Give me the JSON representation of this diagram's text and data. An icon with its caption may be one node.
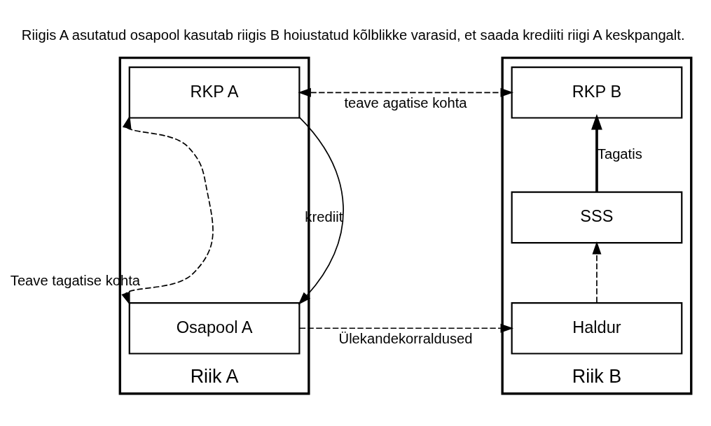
{
  "diagram": {
    "title": "Riigis A asutatud osapool kasutab riigis B hoiustatud kõlblikke varasid, et saada krediiti riigi A keskpangalt.",
    "nodes": [
      {
        "text": [
          "Riik A"
        ]
      },
      {
        "text": [
          "RKP A"
        ],
        "in": 0
      },
      {
        "text": [
          "Osapool A"
        ],
        "in": 0
      },
      {
        "text": [
          "Riik B"
        ]
      },
      {
        "text": [
          "RKP B"
        ],
        "in": 3
      },
      {
        "text": [
          "SSS"
        ],
        "in": 3
      },
      {
        "text": [
          "Haldur"
        ],
        "in": 3
      }
    ],
    "edges": [
      {
        "from": 1,
        "to": 4,
        "arrow": "both",
        "style": "dashed",
        "label": "teave agatise kohta"
      },
      {
        "from": 1,
        "to": 2,
        "arrow": "both",
        "style": "dashed",
        "label": "Teave tagatise kohta"
      },
      {
        "from": 1,
        "to": 2,
        "arrow": "to",
        "label": "krediit"
      },
      {
        "from": 5,
        "to": 4,
        "arrow": "to",
        "style": "thick",
        "label": "Tagatis"
      },
      {
        "from": 6,
        "to": 5,
        "arrow": "to",
        "style": "dashed"
      },
      {
        "from": 2,
        "to": 6,
        "arrow": "to",
        "style": "dashed",
        "label": "Ülekandekorraldused"
      }
    ]
  }
}
